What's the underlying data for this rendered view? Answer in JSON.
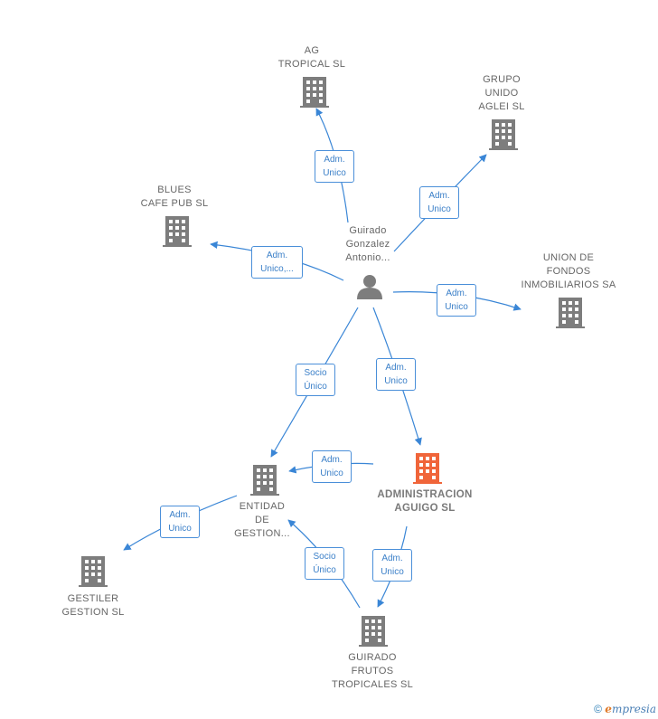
{
  "colors": {
    "edge": "#3a86d6",
    "building": "#7d7d7d",
    "focus_building": "#f0653a",
    "person": "#7d7d7d"
  },
  "nodes": {
    "person": {
      "label": "Guirado\nGonzalez\nAntonio...",
      "icon": "person-icon"
    },
    "ag_tropical": {
      "label": "AG\nTROPICAL  SL",
      "icon": "building-icon"
    },
    "grupo_unido": {
      "label": "GRUPO\nUNIDO\nAGLEI  SL",
      "icon": "building-icon"
    },
    "blues": {
      "label": "BLUES\nCAFE PUB  SL",
      "icon": "building-icon"
    },
    "union_fondos": {
      "label": "UNION DE\nFONDOS\nINMOBILIARIOS SA",
      "icon": "building-icon"
    },
    "entidad": {
      "label": "ENTIDAD\nDE\nGESTION...",
      "icon": "building-icon"
    },
    "administracion": {
      "label": "ADMINISTRACION\nAGUIGO  SL",
      "icon": "building-icon"
    },
    "gestiler": {
      "label": "GESTILER\nGESTION  SL",
      "icon": "building-icon"
    },
    "guirado_frutos": {
      "label": "GUIRADO\nFRUTOS\nTROPICALES SL",
      "icon": "building-icon"
    }
  },
  "edges": {
    "e1": "Adm.\nUnico",
    "e2": "Adm.\nUnico",
    "e3": "Adm.\nUnico,...",
    "e4": "Adm.\nUnico",
    "e5": "Socio\nÚnico",
    "e6": "Adm.\nUnico",
    "e7": "Adm.\nUnico",
    "e8": "Adm.\nUnico",
    "e9": "Socio\nÚnico",
    "e10": "Adm.\nUnico"
  },
  "credit": {
    "copyright": "©",
    "brand_initial": "e",
    "brand_rest": "mpresia"
  }
}
